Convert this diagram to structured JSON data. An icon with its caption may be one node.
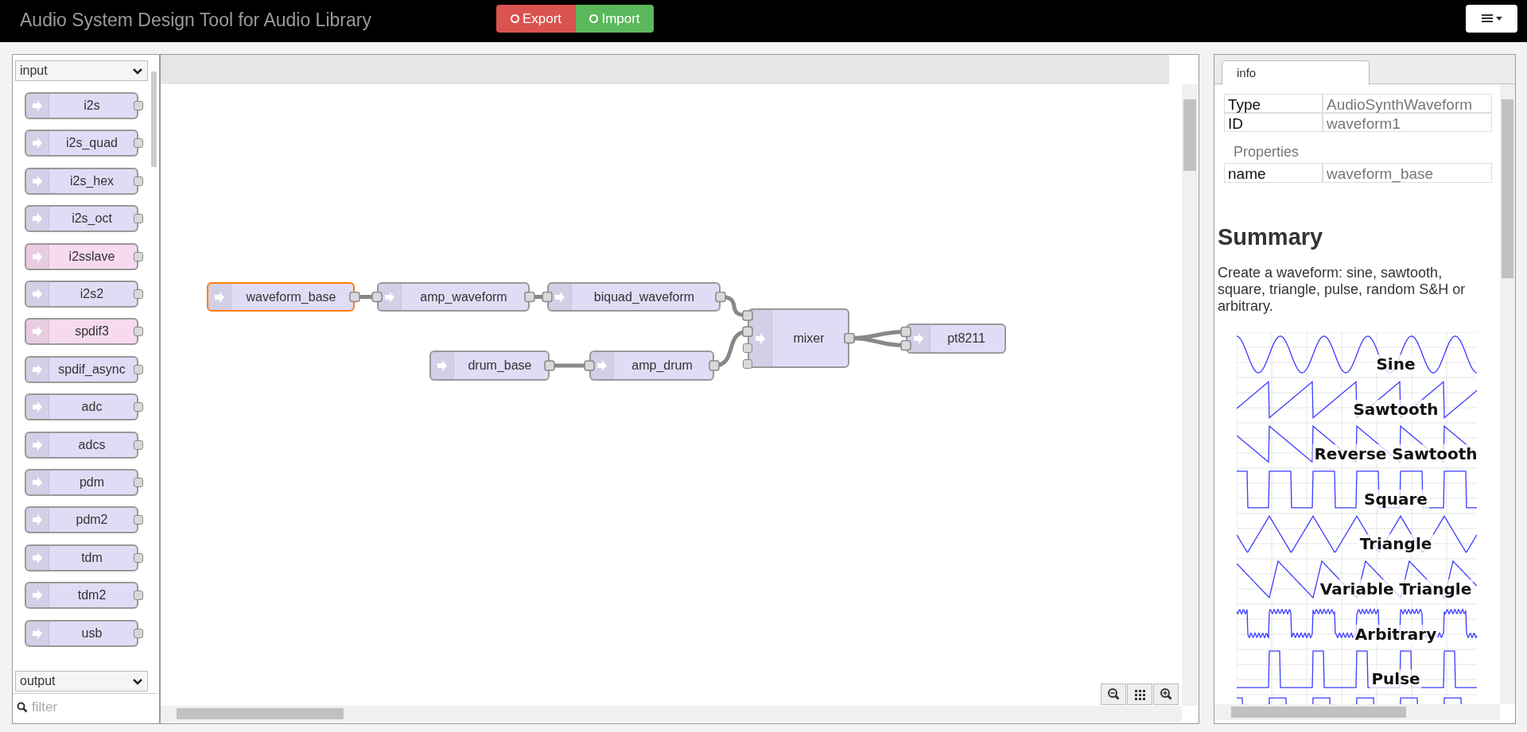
{
  "diagram": {
    "title": "Audio System Design Tool for Audio Library",
    "nodes": [
      {
        "text": [
          "i2s"
        ]
      },
      {
        "text": [
          "i2s_quad"
        ]
      },
      {
        "text": [
          "i2s_hex"
        ]
      },
      {
        "text": [
          "i2s_oct"
        ]
      },
      {
        "text": [
          "i2sslave"
        ]
      },
      {
        "text": [
          "i2s2"
        ]
      },
      {
        "text": [
          "spdif3"
        ]
      },
      {
        "text": [
          "spdif_async"
        ]
      },
      {
        "text": [
          "adc"
        ]
      },
      {
        "text": [
          "adcs"
        ]
      },
      {
        "text": [
          "pdm"
        ]
      },
      {
        "text": [
          "pdm2"
        ]
      },
      {
        "text": [
          "tdm"
        ]
      },
      {
        "text": [
          "tdm2"
        ]
      },
      {
        "text": [
          "usb"
        ]
      },
      {
        "text": [
          "waveform_base"
        ]
      },
      {
        "text": [
          "amp_waveform"
        ]
      },
      {
        "text": [
          "biquad_waveform"
        ]
      },
      {
        "text": [
          "drum_base"
        ]
      },
      {
        "text": [
          "amp_drum"
        ]
      },
      {
        "text": [
          "mixer"
        ]
      },
      {
        "text": [
          "pt8211"
        ]
      }
    ],
    "edges": [
      {
        "from": 15,
        "to": 16,
        "arrow": "other"
      },
      {
        "from": 16,
        "to": 17,
        "arrow": "other"
      },
      {
        "from": 17,
        "to": 20,
        "arrow": "other"
      },
      {
        "from": 18,
        "to": 19,
        "arrow": "other"
      },
      {
        "from": 19,
        "to": 20,
        "arrow": "other"
      },
      {
        "from": 20,
        "to": 21,
        "arrow": "other"
      },
      {
        "from": 20,
        "to": 21,
        "arrow": "other"
      }
    ],
    "labels": [
      "Export",
      "Import",
      "input",
      "output",
      "filter",
      "info",
      "Type",
      "AudioSynthWaveform",
      "ID",
      "waveform1",
      "Properties",
      "name",
      "waveform_base",
      "Summary",
      "Create a waveform: sine, sawtooth, square, triangle, pulse, random S&H or arbitrary.",
      "Sine",
      "Sawtooth",
      "Reverse Sawtooth",
      "Square",
      "Triangle",
      "Variable Triangle",
      "Arbitrary",
      "Pulse"
    ]
  }
}
